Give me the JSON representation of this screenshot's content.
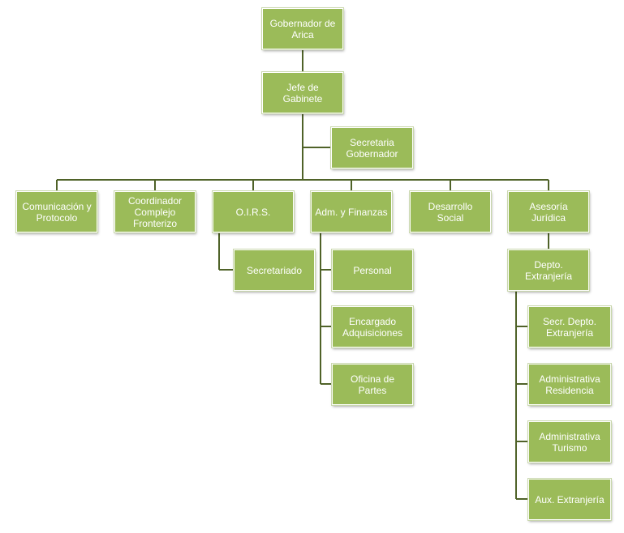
{
  "colors": {
    "node_fill": "#9bbb59",
    "connector": "#4f6228",
    "node_text": "#ffffff"
  },
  "nodes": {
    "gobernador": "Gobernador de\nArica",
    "jefe": "Jefe de Gabinete",
    "secretaria": "Secretaria\nGobernador",
    "comunicacion": "Comunicación y\nProtocolo",
    "coordinador": "Coordinador\nComplejo\nFronterizo",
    "oirs": "O.I.R.S.",
    "adm": "Adm. y Finanzas",
    "desarrollo": "Desarrollo Social",
    "asesoria": "Asesoría Jurídica",
    "secretariado": "Secretariado",
    "personal": "Personal",
    "encargado": "Encargado\nAdquisiciones",
    "oficina": "Oficina de Partes",
    "depto": "Depto.\nExtranjería",
    "secr_depto": "Secr. Depto.\nExtranjería",
    "adm_residencia": "Administrativa\nResidencia",
    "adm_turismo": "Administrativa\nTurismo",
    "aux": "Aux. Extranjería"
  }
}
